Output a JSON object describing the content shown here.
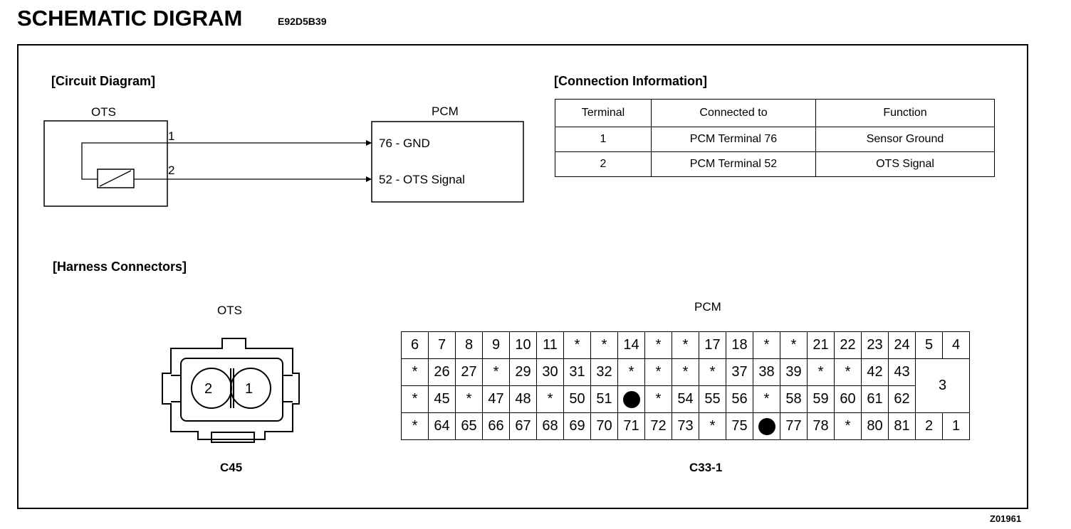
{
  "header": {
    "title": "SCHEMATIC DIGRAM",
    "code": "E92D5B39",
    "footer_code": "Z01961"
  },
  "circuit": {
    "heading": "[Circuit Diagram]",
    "ots_label": "OTS",
    "pcm_label": "PCM",
    "pin1": "1",
    "pin2": "2",
    "gnd": "76 - GND",
    "signal": "52 - OTS Signal"
  },
  "connection": {
    "heading": "[Connection Information]",
    "columns": [
      "Terminal",
      "Connected to",
      "Function"
    ],
    "rows": [
      [
        "1",
        "PCM Terminal 76",
        "Sensor Ground"
      ],
      [
        "2",
        "PCM Terminal 52",
        "OTS Signal"
      ]
    ]
  },
  "harness": {
    "heading": "[Harness Connectors]",
    "ots_label": "OTS",
    "ots_pin_left": "2",
    "ots_pin_right": "1",
    "ots_connector": "C45",
    "pcm_label": "PCM",
    "pcm_connector": "C33-1",
    "rows": [
      [
        "6",
        "7",
        "8",
        "9",
        "10",
        "11",
        "*",
        "*",
        "14",
        "*",
        "*",
        "17",
        "18",
        "*",
        "*",
        "21",
        "22",
        "23",
        "24",
        "5",
        "4"
      ],
      [
        "*",
        "26",
        "27",
        "*",
        "29",
        "30",
        "31",
        "32",
        "*",
        "*",
        "*",
        "*",
        "37",
        "38",
        "39",
        "*",
        "*",
        "42",
        "43"
      ],
      [
        "*",
        "45",
        "*",
        "47",
        "48",
        "*",
        "50",
        "51",
        "●",
        "*",
        "54",
        "55",
        "56",
        "*",
        "58",
        "59",
        "60",
        "61",
        "62"
      ],
      [
        "*",
        "64",
        "65",
        "66",
        "67",
        "68",
        "69",
        "70",
        "71",
        "72",
        "73",
        "*",
        "75",
        "●",
        "77",
        "78",
        "*",
        "80",
        "81",
        "2",
        "1"
      ]
    ],
    "merged_cell": "3"
  }
}
